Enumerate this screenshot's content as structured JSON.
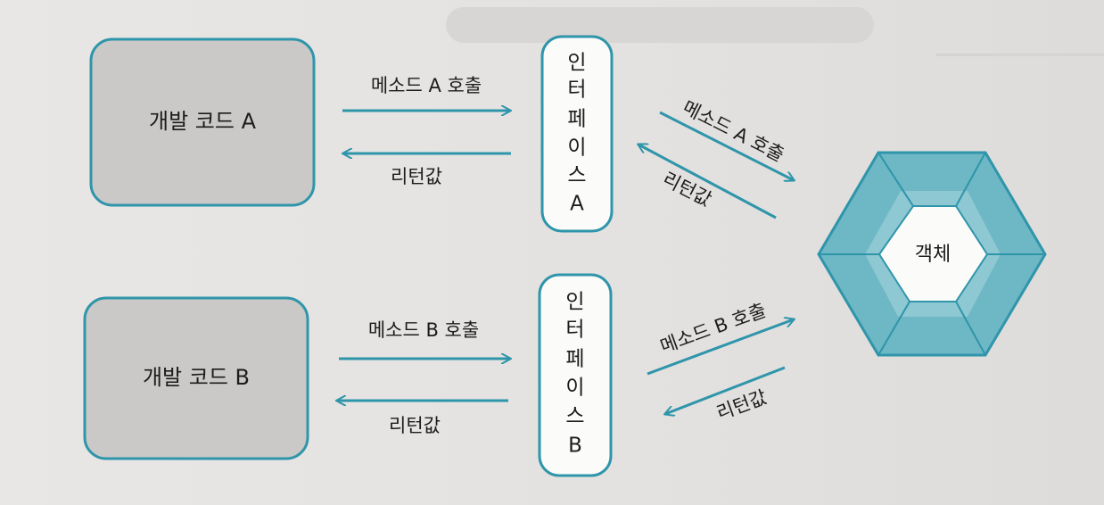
{
  "colors": {
    "stroke": "#2f95aa",
    "box_fill": "#cbc9c7",
    "interface_fill": "#fbfbfa",
    "object_outer": "#6eb7c4",
    "object_band": "#8ec8d2",
    "object_inner": "#fbfbfa"
  },
  "dev_code_a": {
    "label": "개발 코드 A"
  },
  "dev_code_b": {
    "label": "개발 코드 B"
  },
  "interface_a": {
    "chars": [
      "인",
      "터",
      "페",
      "이",
      "스",
      "A"
    ]
  },
  "interface_b": {
    "chars": [
      "인",
      "터",
      "페",
      "이",
      "스",
      "B"
    ]
  },
  "object": {
    "label": "객체"
  },
  "arrows": {
    "call_a_left": "메소드 A 호출",
    "return_a_left": "리턴값",
    "call_a_right": "메소드 A 호출",
    "return_a_right": "리턴값",
    "call_b_left": "메소드 B 호출",
    "return_b_left": "리턴값",
    "call_b_right": "메소드 B 호출",
    "return_b_right": "리턴값"
  }
}
